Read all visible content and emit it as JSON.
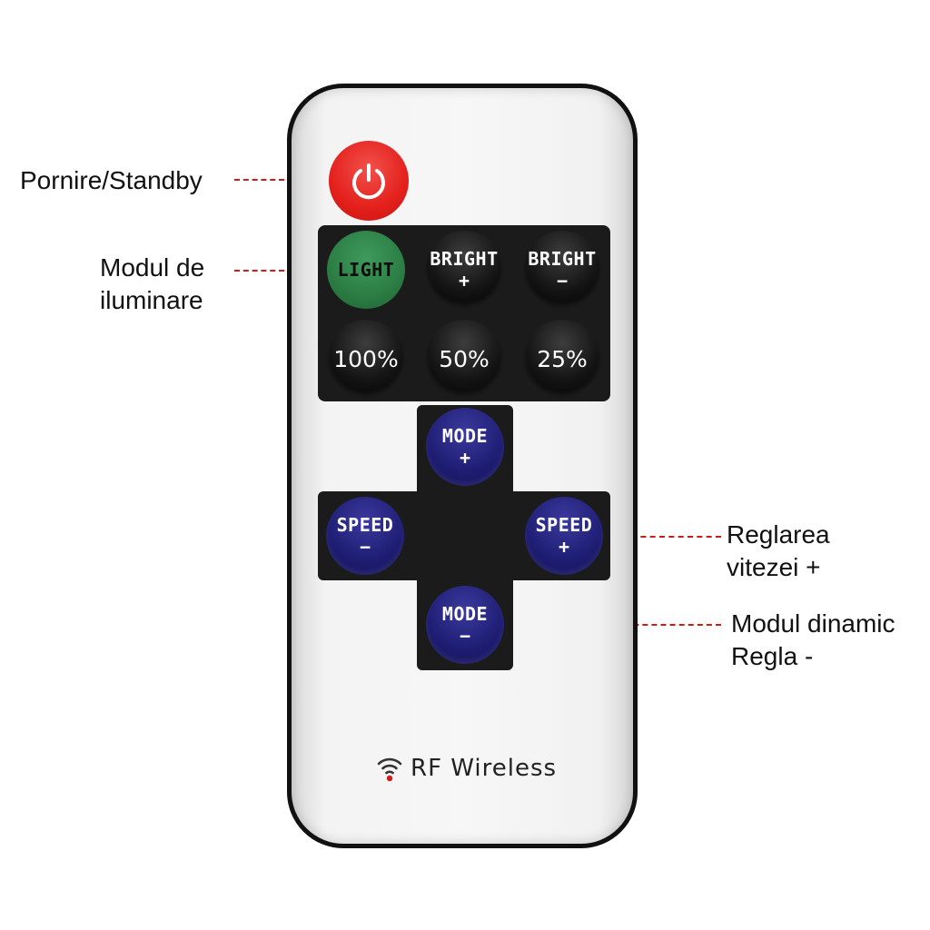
{
  "callouts": {
    "power": "Pornire/Standby",
    "light_line1": "Modul de",
    "light_line2": "iluminare",
    "speed_line1": "Reglarea",
    "speed_line2": "vitezei +",
    "mode_line1": "Modul dinamic",
    "mode_line2": "Regla -"
  },
  "buttons": {
    "light": "LIGHT",
    "bright_up_top": "BRIGHT",
    "bright_up_sign": "+",
    "bright_down_top": "BRIGHT",
    "bright_down_sign": "−",
    "p100": "100%",
    "p50": "50%",
    "p25": "25%",
    "mode_up_top": "MODE",
    "mode_up_sign": "+",
    "mode_down_top": "MODE",
    "mode_down_sign": "−",
    "speed_down_top": "SPEED",
    "speed_down_sign": "−",
    "speed_up_top": "SPEED",
    "speed_up_sign": "+"
  },
  "footer": {
    "rf_label": "RF Wireless",
    "icon": "wireless-icon"
  },
  "colors": {
    "power_button": "#e4201c",
    "light_button": "#2b7d44",
    "mode_speed_buttons": "#1e1d73",
    "panel": "#1b1b1b",
    "callout_lines": "#c81d1d"
  }
}
